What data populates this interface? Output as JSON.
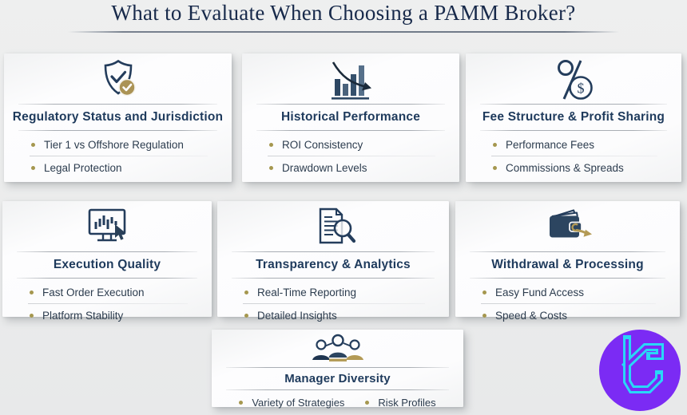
{
  "header": {
    "title": "What to Evaluate When Choosing a PAMM Broker?"
  },
  "cards": [
    {
      "id": "regulatory",
      "icon": "shield-check-icon",
      "title": "Regulatory Status and Jurisdiction",
      "bullets": [
        "Tier 1 vs Offshore Regulation",
        "Legal Protection"
      ]
    },
    {
      "id": "historical",
      "icon": "declining-chart-icon",
      "title": "Historical Performance",
      "bullets": [
        "ROI Consistency",
        "Drawdown Levels"
      ]
    },
    {
      "id": "fees",
      "icon": "percent-dollar-icon",
      "title": "Fee Structure & Profit Sharing",
      "bullets": [
        "Performance Fees",
        "Commissions & Spreads"
      ]
    },
    {
      "id": "execution",
      "icon": "monitor-cursor-icon",
      "title": "Execution Quality",
      "bullets": [
        "Fast Order Execution",
        "Platform Stability"
      ]
    },
    {
      "id": "transparency",
      "icon": "document-magnifier-icon",
      "title": "Transparency & Analytics",
      "bullets": [
        "Real-Time Reporting",
        "Detailed Insights"
      ]
    },
    {
      "id": "withdrawal",
      "icon": "wallet-arrow-icon",
      "title": "Withdrawal & Processing",
      "bullets": [
        "Easy Fund Access",
        "Speed & Costs"
      ]
    },
    {
      "id": "diversity",
      "icon": "people-group-icon",
      "title": "Manager Diversity",
      "bullets": [
        "Variety of Strategies",
        "Risk Profiles"
      ]
    }
  ],
  "logo": {
    "icon": "brand-logo-icon"
  },
  "colors": {
    "navy": "#1e3a5c",
    "gold": "#ad9552",
    "background": "#ebecec",
    "card_bg": "#fcfcfd",
    "logo_purple": "#7b2bf4",
    "logo_cyan": "#29d7f7"
  }
}
